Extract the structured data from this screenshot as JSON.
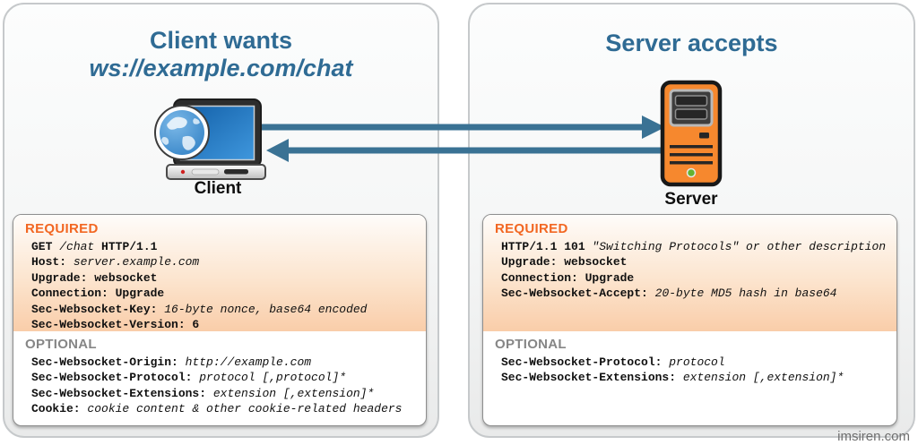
{
  "watermark": "imsiren.com",
  "colors": {
    "title_blue": "#2f6b94",
    "arrow_blue": "#3a7294",
    "required_orange": "#f26722",
    "optional_gray": "#868686",
    "required_bg_bottom": "#f9cda9",
    "server_body_orange": "#f6882e"
  },
  "client": {
    "title_line1": "Client wants",
    "title_line2": "ws://example.com/chat",
    "device_label": "Client",
    "required_label": "REQUIRED",
    "optional_label": "OPTIONAL",
    "required_lines": [
      [
        {
          "text": "GET ",
          "style": "b"
        },
        {
          "text": "/chat",
          "style": "i"
        },
        {
          "text": " HTTP/1.1",
          "style": "b"
        }
      ],
      [
        {
          "text": "Host: ",
          "style": "b"
        },
        {
          "text": "server.example.com",
          "style": "i"
        }
      ],
      [
        {
          "text": "Upgrade: websocket",
          "style": "b"
        }
      ],
      [
        {
          "text": "Connection: Upgrade",
          "style": "b"
        }
      ],
      [
        {
          "text": "Sec-Websocket-Key: ",
          "style": "b"
        },
        {
          "text": "16-byte nonce, base64 encoded",
          "style": "i"
        }
      ],
      [
        {
          "text": "Sec-Websocket-Version: 6",
          "style": "b"
        }
      ]
    ],
    "optional_lines": [
      [
        {
          "text": "Sec-Websocket-Origin: ",
          "style": "b"
        },
        {
          "text": "http://example.com",
          "style": "i"
        }
      ],
      [
        {
          "text": "Sec-Websocket-Protocol: ",
          "style": "b"
        },
        {
          "text": "protocol [,protocol]*",
          "style": "i"
        }
      ],
      [
        {
          "text": "Sec-Websocket-Extensions: ",
          "style": "b"
        },
        {
          "text": "extension [,extension]*",
          "style": "i"
        }
      ],
      [
        {
          "text": "Cookie: ",
          "style": "b"
        },
        {
          "text": "cookie content & other cookie-related headers",
          "style": "i"
        }
      ]
    ]
  },
  "server": {
    "title_line1": "Server accepts",
    "device_label": "Server",
    "required_label": "REQUIRED",
    "optional_label": "OPTIONAL",
    "required_lines": [
      [
        {
          "text": "HTTP/1.1 101 ",
          "style": "b"
        },
        {
          "text": "\"Switching Protocols\" or other description",
          "style": "i"
        }
      ],
      [
        {
          "text": "Upgrade: websocket",
          "style": "b"
        }
      ],
      [
        {
          "text": "Connection: Upgrade",
          "style": "b"
        }
      ],
      [
        {
          "text": "Sec-Websocket-Accept: ",
          "style": "b"
        },
        {
          "text": "20-byte MD5 hash in base64",
          "style": "i"
        }
      ]
    ],
    "optional_lines": [
      [
        {
          "text": "Sec-Websocket-Protocol: ",
          "style": "b"
        },
        {
          "text": "protocol",
          "style": "i"
        }
      ],
      [
        {
          "text": "Sec-Websocket-Extensions: ",
          "style": "b"
        },
        {
          "text": "extension [,extension]*",
          "style": "i"
        }
      ]
    ]
  }
}
